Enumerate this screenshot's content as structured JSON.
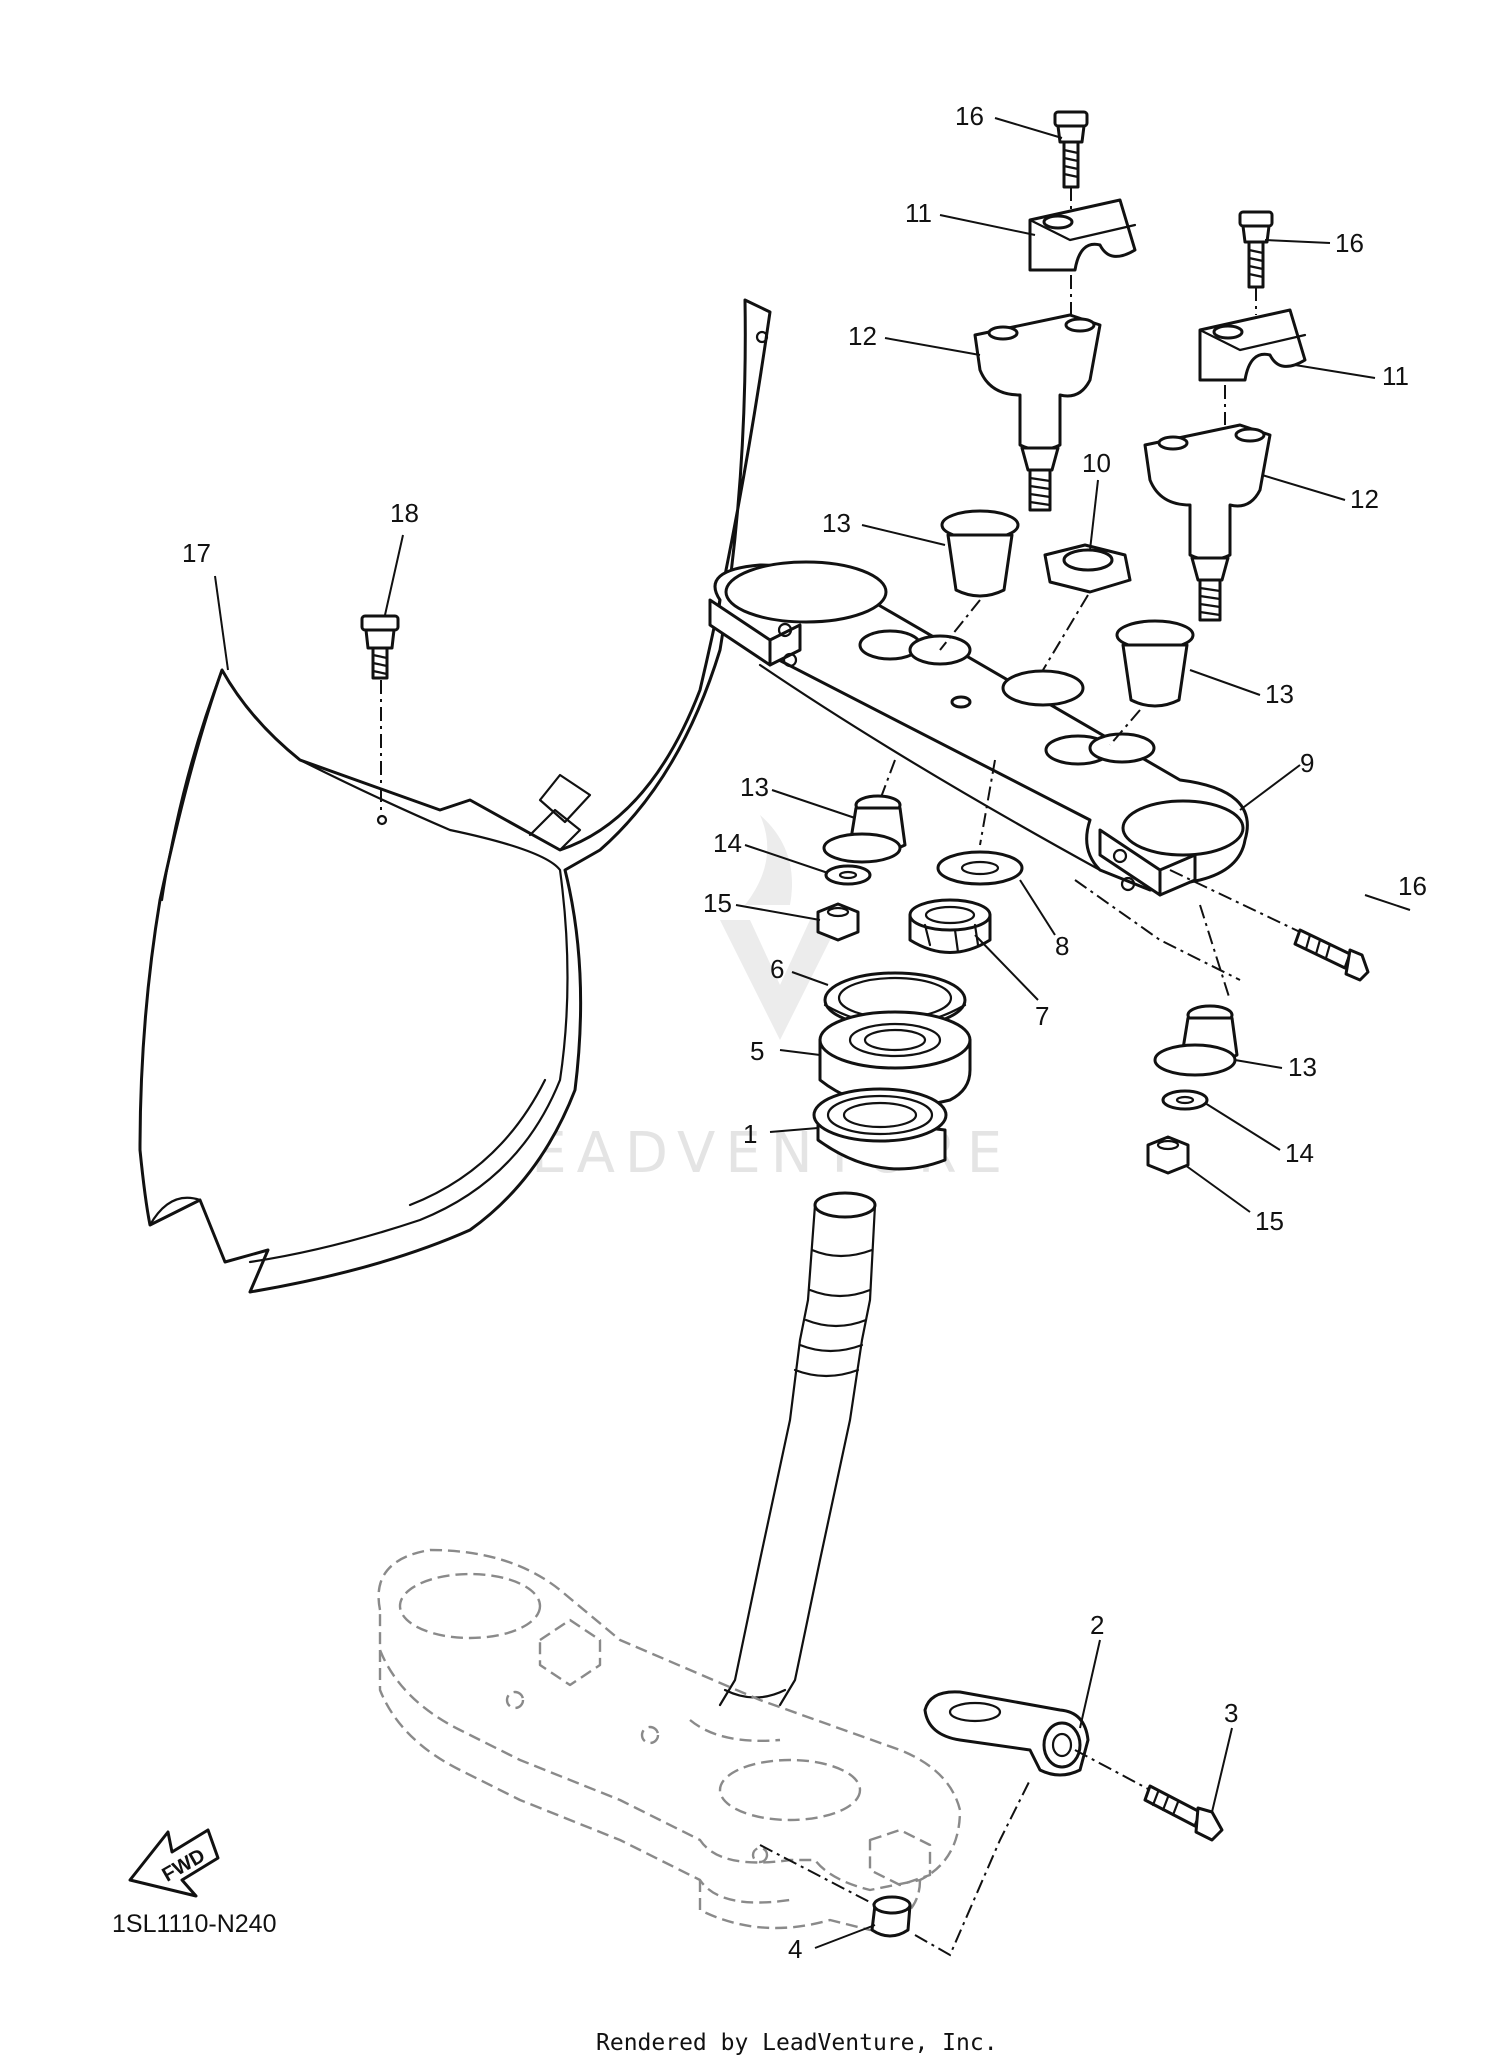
{
  "diagram": {
    "callouts": [
      {
        "id": "c1",
        "label": "1"
      },
      {
        "id": "c2",
        "label": "2"
      },
      {
        "id": "c3",
        "label": "3"
      },
      {
        "id": "c4",
        "label": "4"
      },
      {
        "id": "c5",
        "label": "5"
      },
      {
        "id": "c6",
        "label": "6"
      },
      {
        "id": "c7",
        "label": "7"
      },
      {
        "id": "c8",
        "label": "8"
      },
      {
        "id": "c9",
        "label": "9"
      },
      {
        "id": "c10",
        "label": "10"
      },
      {
        "id": "c11a",
        "label": "11"
      },
      {
        "id": "c11b",
        "label": "11"
      },
      {
        "id": "c12a",
        "label": "12"
      },
      {
        "id": "c12b",
        "label": "12"
      },
      {
        "id": "c13a",
        "label": "13"
      },
      {
        "id": "c13b",
        "label": "13"
      },
      {
        "id": "c13c",
        "label": "13"
      },
      {
        "id": "c13d",
        "label": "13"
      },
      {
        "id": "c14a",
        "label": "14"
      },
      {
        "id": "c14b",
        "label": "14"
      },
      {
        "id": "c15a",
        "label": "15"
      },
      {
        "id": "c15b",
        "label": "15"
      },
      {
        "id": "c16a",
        "label": "16"
      },
      {
        "id": "c16b",
        "label": "16"
      },
      {
        "id": "c16c",
        "label": "16"
      },
      {
        "id": "c17",
        "label": "17"
      },
      {
        "id": "c18",
        "label": "18"
      }
    ],
    "diagram_code": "1SL1110-N240",
    "direction_label": "FWD",
    "watermark": "LEADVENTURE",
    "credit": "Rendered by LeadVenture, Inc."
  }
}
